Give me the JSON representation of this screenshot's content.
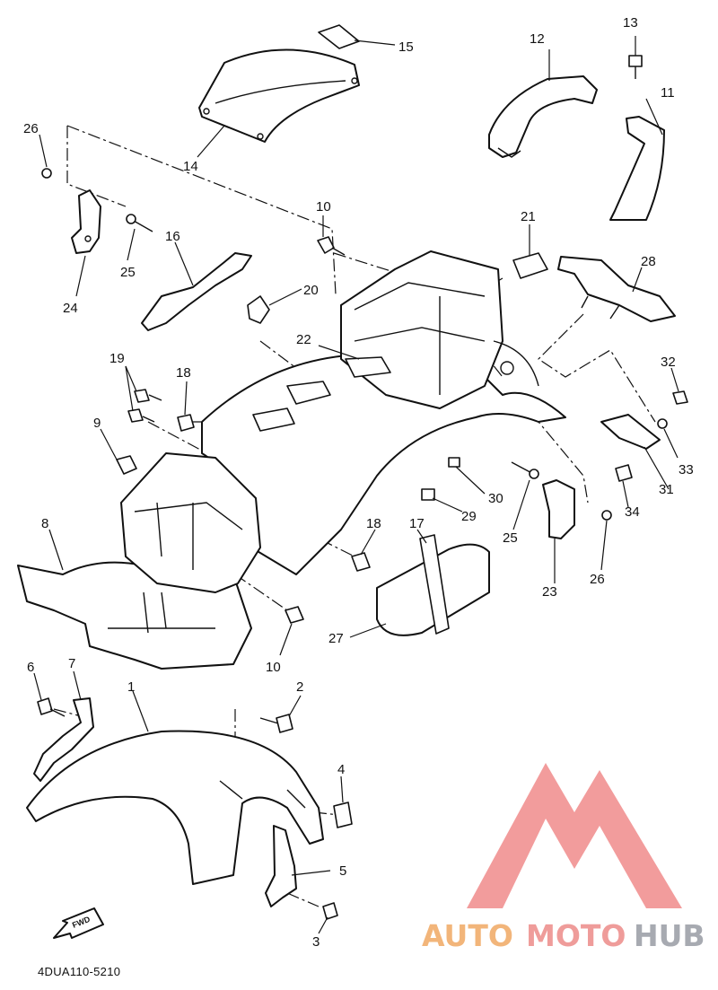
{
  "diagram": {
    "drawing_code": "4DUA110-5210",
    "fwd_label": "FWD",
    "callouts": {
      "c1": "1",
      "c2": "2",
      "c3": "3",
      "c4": "4",
      "c5": "5",
      "c6": "6",
      "c7": "7",
      "c8": "8",
      "c9": "9",
      "c10a": "10",
      "c10b": "10",
      "c11": "11",
      "c12": "12",
      "c13": "13",
      "c14": "14",
      "c15": "15",
      "c16": "16",
      "c17": "17",
      "c18a": "18",
      "c18b": "18",
      "c19": "19",
      "c20": "20",
      "c21": "21",
      "c22": "22",
      "c23": "23",
      "c24": "24",
      "c25a": "25",
      "c25b": "25",
      "c26a": "26",
      "c26b": "26",
      "c27": "27",
      "c28": "28",
      "c29": "29",
      "c30": "30",
      "c31": "31",
      "c32": "32",
      "c33": "33",
      "c34": "34"
    }
  },
  "watermark": {
    "word_auto": "AUTO",
    "word_moto": "MOTO",
    "word_hub": "HUB",
    "colors": {
      "logo_pink": "#f08b8b",
      "auto_orange": "#f2b57a",
      "hub_gray": "#a7aab1"
    }
  }
}
